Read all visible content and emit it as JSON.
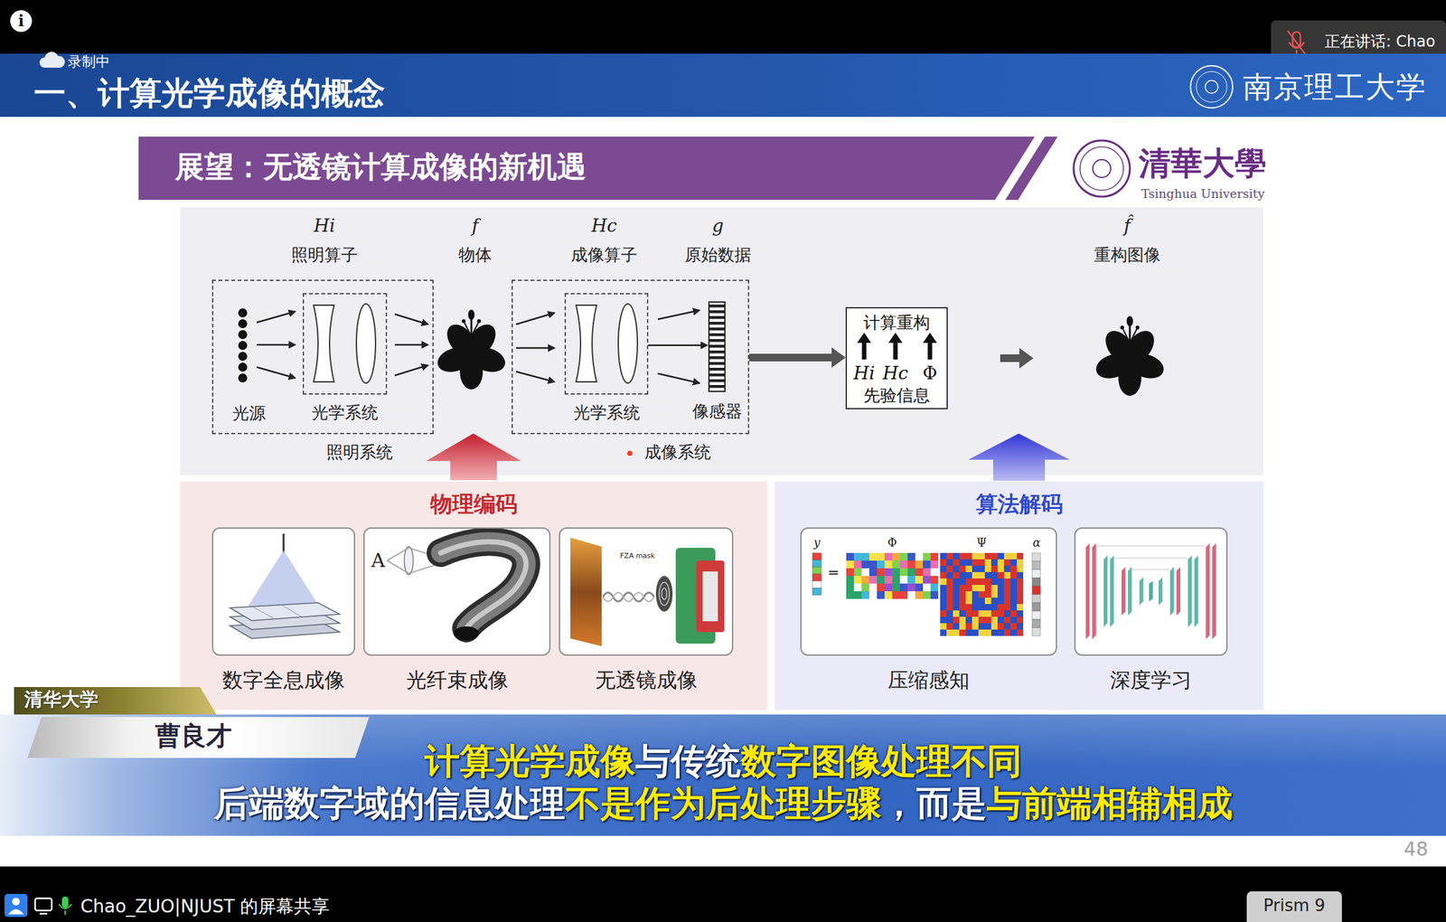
{
  "diagram": {
    "title": "一、计算光学成像的概念",
    "nodes": [
      {
        "text": [
          "正在讲话: Chao"
        ]
      },
      {
        "text": [
          "展望：无透镜计算成像的新机遇"
        ]
      },
      {
        "text": [
          "照明系统"
        ]
      },
      {
        "text": [
          "光学系统"
        ],
        "in": 2
      },
      {
        "text": [
          "成像系统"
        ]
      },
      {
        "text": [
          "光学系统"
        ],
        "in": 4
      },
      {
        "text": [
          "像感器"
        ],
        "in": 4
      },
      {
        "text": [
          "计算重构",
          "Hi",
          "Hc",
          "Φ",
          "先验信息"
        ]
      },
      {
        "text": [
          "物理编码"
        ]
      },
      {
        "text": [
          "数字全息成像"
        ],
        "in": 8
      },
      {
        "text": [
          "光纤束成像"
        ],
        "in": 8
      },
      {
        "text": [
          "无透镜成像"
        ],
        "in": 8
      },
      {
        "text": [
          "算法解码"
        ]
      },
      {
        "text": [
          "压缩感知"
        ],
        "in": 12
      },
      {
        "text": [
          "深度学习"
        ],
        "in": 12
      },
      {
        "text": [
          "清华大学"
        ]
      },
      {
        "text": [
          "曹良才"
        ]
      },
      {
        "text": [
          "计算光学成像",
          "与传统",
          "数字图像处理不同",
          "后端数字域的信息处理",
          "不是作为后处理步骤",
          "，而是",
          "与前端相辅相成"
        ]
      },
      {
        "text": [
          "Prism 9"
        ]
      }
    ],
    "edges": [
      {
        "from": 5,
        "to": 6,
        "arrow": "to"
      },
      {
        "from": 4,
        "to": 7,
        "arrow": "to"
      }
    ],
    "labels": [
      "i",
      "录制中",
      "南京理工大学",
      "清華大學",
      "Tsinghua University",
      "Hi",
      "照明算子",
      "f",
      "物体",
      "Hc",
      "成像算子",
      "g",
      "原始数据",
      "f̂",
      "重构图像",
      "光源",
      "A",
      "FZA mask",
      "y",
      "=",
      "Φ",
      "Ψ",
      "α",
      "48",
      "Chao_ZUO|NJUST 的屏幕共享"
    ]
  }
}
